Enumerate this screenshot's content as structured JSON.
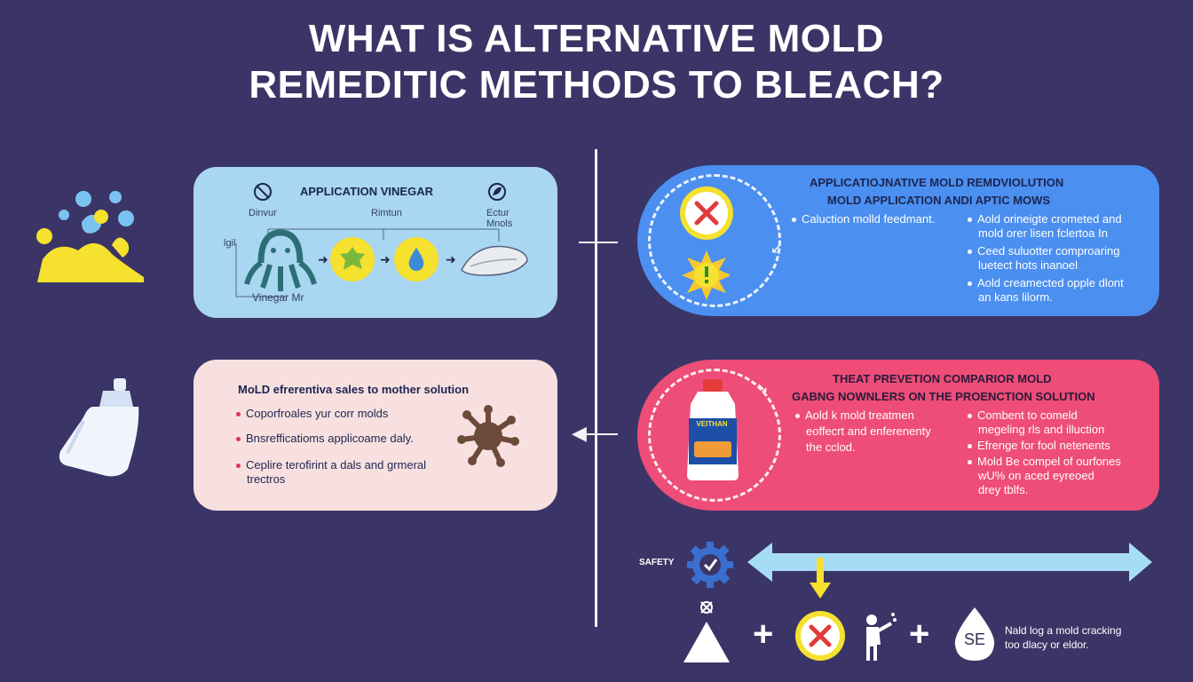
{
  "title": {
    "line1": "WHAT IS ALTERNATIVE MOLD",
    "line2": "REMEDITIC METHODS TO BLEACH?"
  },
  "vinegar_panel": {
    "title": "APPLICATION  VINEGAR",
    "label_a": "Dinvur",
    "label_b": "Rimtun",
    "label_c": "Ectur",
    "label_d": "Mnols",
    "label_side": "lgil",
    "caption": "Vinegar Mr"
  },
  "mother_panel": {
    "title": "MoLD efrerentiva sales to mother solution",
    "bullets": [
      "Coporfroales yur corr molds",
      "Bnsrefficatioms applicoame daly.",
      "Ceplire terofirint a dals and grmeral"
    ],
    "bullet3_cont": "trectros",
    "bullet_color": "#d8345c"
  },
  "alt_panel": {
    "title1": "APPLICATIOJNATIVE MOLD REMDVIOLUTION",
    "title2": "MOLD APPLICATION ANDI APTIC MOWS",
    "col1": [
      "Caluction molld feedmant."
    ],
    "col2": [
      "Aold orineigte crometed and",
      "Ceed suluotter comproaring",
      "Aold creamected opple dlont"
    ],
    "col2_cont": [
      "mold orer lisen fclertoa In",
      "luetect hots inanoel",
      "an kans lilorm."
    ]
  },
  "prev_panel": {
    "title1": "THEAT PREVETION COMPARIOR MOLD",
    "title2": "GABNG NOWNLERS ON THE PROENCTION SOLUTION",
    "col1": [
      "Aold k mold treatmen"
    ],
    "col1_cont": [
      "eoffecrt and enferenenty",
      "the cclod."
    ],
    "col2": [
      "Combent to comeld",
      "Efrenge for fool netenents",
      "Mold Be compel of ourfones"
    ],
    "col2_cont": [
      "megeling rls and illuction",
      "",
      "wU% on aced eyreoed"
    ],
    "col2_tail": "drey tblfs.",
    "bottle_label": "VEITHAN"
  },
  "bottom": {
    "safety": "SAFETY",
    "se": "SE",
    "note1": "Nald log a mold cracking",
    "note2": "too dlacy or eldor."
  },
  "colors": {
    "background": "#3a3566",
    "vinegar_panel": "#a9d6f1",
    "mother_panel": "#f8e0e0",
    "alt_panel": "#4b8ff0",
    "prev_panel": "#ee4d78",
    "yellow": "#f5e12e",
    "arrow_blue": "#a7dcf5"
  }
}
